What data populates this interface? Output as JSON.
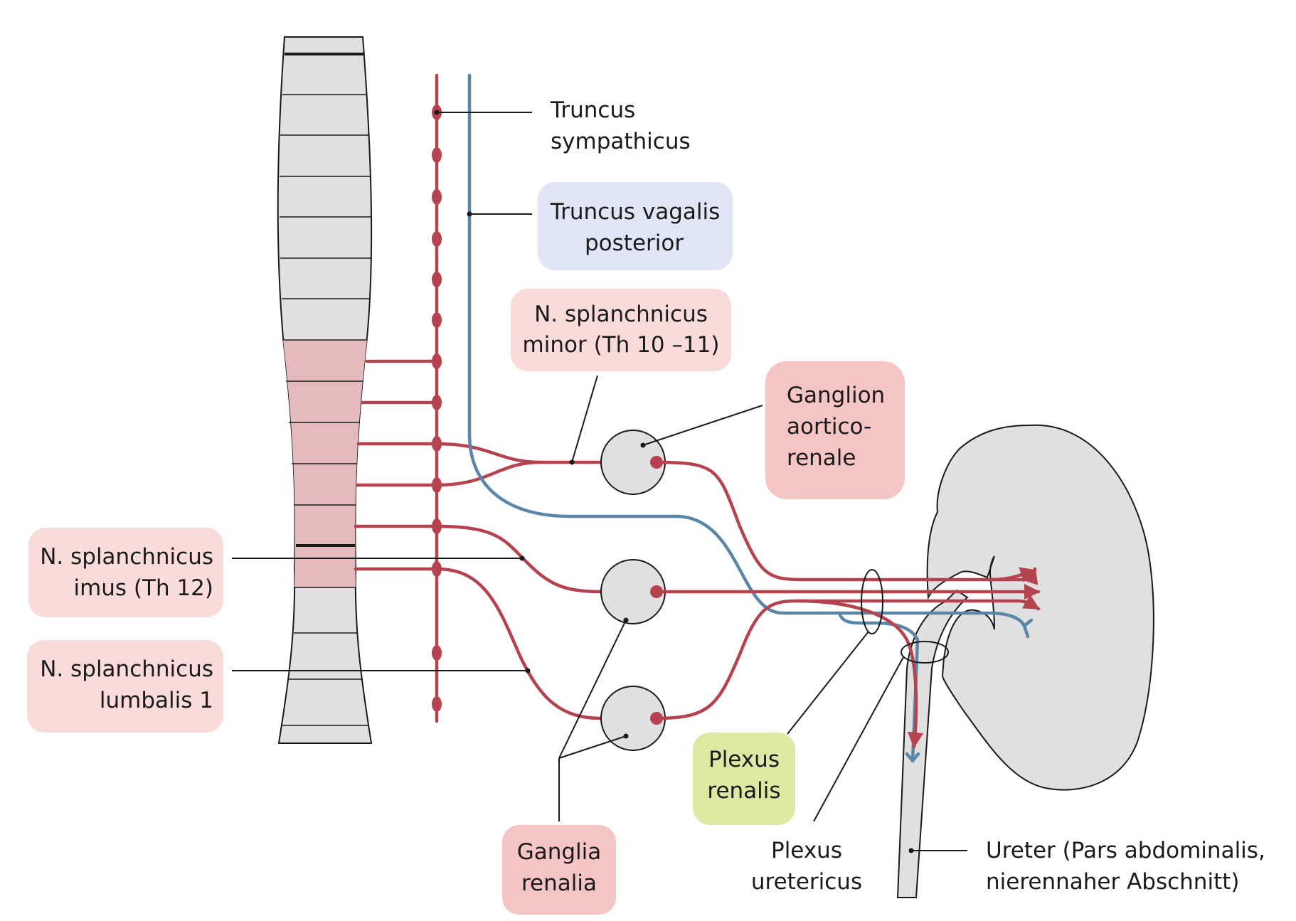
{
  "diagram": {
    "labels": {
      "truncus_sympathicus": [
        "Truncus",
        "sympathicus"
      ],
      "truncus_vagalis": [
        "Truncus vagalis",
        "posterior"
      ],
      "splanchnicus_minor": [
        "N. splanchnicus",
        "minor (Th 10 –11)"
      ],
      "ganglion_aorticorenale": [
        "Ganglion",
        "aortico-",
        "renale"
      ],
      "splanchnicus_imus": [
        "N. splanchnicus",
        "imus (Th 12)"
      ],
      "splanchnicus_lumbalis": [
        "N. splanchnicus",
        "lumbalis 1"
      ],
      "ganglia_renalia": [
        "Ganglia",
        "renalia"
      ],
      "plexus_renalis": [
        "Plexus",
        "renalis"
      ],
      "plexus_uretericus": [
        "Plexus",
        "uretericus"
      ],
      "ureter": [
        "Ureter (Pars abdominalis,",
        "nierennaher Abschnitt)"
      ]
    },
    "colors": {
      "sympathetic": "#b5434f",
      "vagal": "#5a87a8",
      "segment_highlight": "#e6b9bd",
      "spine_gray": "#e0e0e0",
      "kidney_gray": "#e0e0e0",
      "box_red_light": "#f9dcda",
      "box_red_strong": "#f4c5c4",
      "box_blue": "#e1e6f6",
      "box_green": "#dde8a2"
    }
  }
}
